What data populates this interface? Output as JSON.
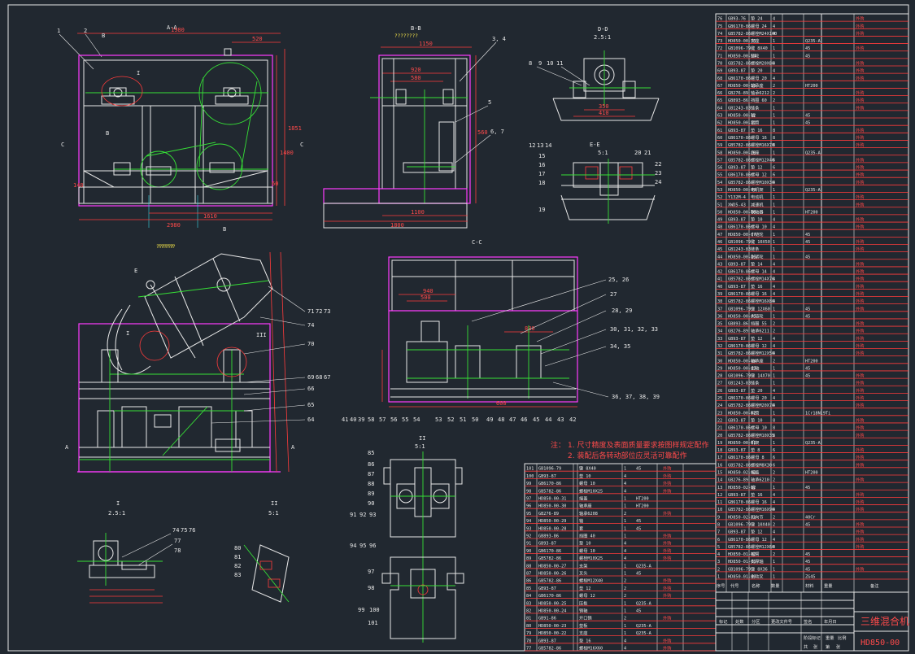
{
  "colors": {
    "background": "#212830",
    "outline": "#e8e8e8",
    "dimension": "#ff3b3b",
    "frame": "#ff3bff",
    "centerline": "#36e036"
  },
  "views": {
    "aa": {
      "label": "A-A",
      "dims": {
        "top": "1980",
        "right_top": "520",
        "width": "2980",
        "inner": "1610",
        "h1": "1400",
        "h2": "1851",
        "h3": "60",
        "left_h": "140"
      }
    },
    "bb": {
      "label": "B-B",
      "dims": {
        "top": "1150",
        "w2": "920",
        "w3": "580",
        "bottom1": "1100",
        "bottom2": "1800",
        "h": "560"
      }
    },
    "dd": {
      "label": "D-D",
      "scale": "2.5:1",
      "dims": {
        "d1": "350",
        "d2": "410"
      }
    },
    "ee": {
      "label": "E-E",
      "scale": "5:1"
    },
    "cc": {
      "label": "C-C",
      "dims": {
        "a": "940",
        "b": "500",
        "c": "880",
        "d": "600"
      }
    },
    "ii": {
      "label": "I",
      "scale": "2.5:1"
    },
    "iii": {
      "label": "II",
      "scale": "5:1"
    },
    "gg": {
      "label": "II",
      "scale": "5:1"
    }
  },
  "section_marks": {
    "b_top": "B",
    "b_bottom": "B",
    "c_left": "C",
    "c_right": "C",
    "a_left": "A",
    "a_right": "A",
    "e": "E"
  },
  "balloons": {
    "aa": [
      "1",
      "2",
      "I"
    ],
    "bb": [
      "3, 4",
      "5",
      "6, 7"
    ],
    "dd": [
      "8",
      "9",
      "10",
      "11"
    ],
    "ee_left": [
      "12",
      "13",
      "14",
      "15",
      "16",
      "17",
      "18",
      "19"
    ],
    "ee_right": [
      "20",
      "21",
      "22",
      "23",
      "24"
    ],
    "mid_left": [
      "71",
      "72",
      "73",
      "74",
      "70",
      "69",
      "68",
      "67",
      "66",
      "65",
      "64"
    ],
    "cc_right": [
      "25, 26",
      "27",
      "28, 29",
      "30, 31, 32, 33",
      "34, 35",
      "36, 37, 38, 39"
    ],
    "cc_bottom": [
      "41",
      "40",
      "39",
      "58",
      "57",
      "56",
      "55",
      "54",
      "53",
      "52",
      "51",
      "50",
      "49",
      "48",
      "47",
      "46",
      "45",
      "44",
      "43",
      "42"
    ],
    "gg": [
      "85",
      "86",
      "87",
      "88",
      "89",
      "90",
      "91",
      "92",
      "93",
      "94",
      "95",
      "96",
      "97",
      "98",
      "99",
      "100",
      "101"
    ],
    "det_i": [
      "74",
      "75",
      "76",
      "77",
      "78"
    ],
    "det_ii": [
      "80",
      "81",
      "82",
      "83"
    ]
  },
  "notes": {
    "prefix": "注：",
    "line1": "1. 尺寸精度及表面质量要求按图样规定配作",
    "line2": "2. 装配后各转动部位应灵活可靠配作"
  },
  "bom_right": {
    "rows": [
      [
        "76",
        "GB93-76",
        "垫 24",
        "4",
        "",
        "",
        "外购"
      ],
      [
        "75",
        "GB6170-86",
        "螺母 24",
        "4",
        "",
        "",
        "外购"
      ],
      [
        "74",
        "GB5782-86",
        "螺栓M24X100",
        "4",
        "",
        "",
        "外购"
      ],
      [
        "73",
        "HD850-00-15",
        "支座",
        "1",
        "Q235-A",
        "",
        ""
      ],
      [
        "72",
        "GB1096-79",
        "键 8X40",
        "1",
        "45",
        "",
        "外购"
      ],
      [
        "71",
        "HD850-00-14",
        "链轮",
        "1",
        "45",
        "",
        ""
      ],
      [
        "70",
        "GB5782-86",
        "螺栓M20X80",
        "4",
        "",
        "",
        "外购"
      ],
      [
        "69",
        "GB93-87",
        "垫 20",
        "4",
        "",
        "",
        "外购"
      ],
      [
        "68",
        "GB6170-86",
        "螺母 20",
        "4",
        "",
        "",
        "外购"
      ],
      [
        "67",
        "HD850-00-13",
        "轴承座",
        "2",
        "HT200",
        "",
        ""
      ],
      [
        "66",
        "GB276-89",
        "轴承6212",
        "2",
        "",
        "",
        "外购"
      ],
      [
        "65",
        "GB893-86",
        "挡圈 60",
        "2",
        "",
        "",
        "外购"
      ],
      [
        "64",
        "GB1243-83",
        "链条",
        "1",
        "",
        "",
        "外购"
      ],
      [
        "63",
        "HD850-00-12",
        "轴",
        "1",
        "45",
        "",
        ""
      ],
      [
        "62",
        "HD850-00-11",
        "套筒",
        "1",
        "45",
        "",
        ""
      ],
      [
        "61",
        "GB93-87",
        "垫 16",
        "8",
        "",
        "",
        "外购"
      ],
      [
        "60",
        "GB6170-86",
        "螺母 16",
        "8",
        "",
        "",
        "外购"
      ],
      [
        "59",
        "GB5782-86",
        "螺栓M16X70",
        "8",
        "",
        "",
        "外购"
      ],
      [
        "58",
        "HD850-00-10",
        "底座",
        "1",
        "Q235-A",
        "",
        ""
      ],
      [
        "57",
        "GB5782-86",
        "螺栓M12X40",
        "6",
        "",
        "",
        "外购"
      ],
      [
        "56",
        "GB93-87",
        "垫 12",
        "6",
        "",
        "",
        "外购"
      ],
      [
        "55",
        "GB6170-86",
        "螺母 12",
        "6",
        "",
        "",
        "外购"
      ],
      [
        "54",
        "GB5782-86",
        "螺栓M10X30",
        "4",
        "",
        "",
        "外购"
      ],
      [
        "53",
        "HD850-00-09",
        "电机架",
        "1",
        "Q235-A",
        "",
        ""
      ],
      [
        "52",
        "Y132M-4",
        "电动机",
        "1",
        "",
        "",
        "外购"
      ],
      [
        "51",
        "XWD5-43",
        "减速机",
        "1",
        "",
        "",
        "外购"
      ],
      [
        "50",
        "HD850-00-08",
        "联轴器",
        "1",
        "HT200",
        "",
        ""
      ],
      [
        "49",
        "GB93-87",
        "垫 10",
        "4",
        "",
        "",
        "外购"
      ],
      [
        "48",
        "GB6170-86",
        "螺母 10",
        "4",
        "",
        "",
        "外购"
      ],
      [
        "47",
        "HD850-00-07",
        "小链轮",
        "1",
        "45",
        "",
        ""
      ],
      [
        "46",
        "GB1096-79",
        "键 10X50",
        "1",
        "45",
        "",
        "外购"
      ],
      [
        "45",
        "GB1243-83",
        "链条",
        "1",
        "",
        "",
        "外购"
      ],
      [
        "44",
        "HD850-00-06",
        "张紧轮",
        "1",
        "45",
        "",
        ""
      ],
      [
        "43",
        "GB93-87",
        "垫 14",
        "4",
        "",
        "",
        "外购"
      ],
      [
        "42",
        "GB6170-86",
        "螺母 14",
        "4",
        "",
        "",
        "外购"
      ],
      [
        "41",
        "GB5782-86",
        "螺栓M14X70",
        "4",
        "",
        "",
        "外购"
      ],
      [
        "40",
        "GB93-87",
        "垫 16",
        "4",
        "",
        "",
        "外购"
      ],
      [
        "39",
        "GB6170-86",
        "螺母 16",
        "4",
        "",
        "",
        "外购"
      ],
      [
        "38",
        "GB5782-86",
        "螺栓M16X80",
        "4",
        "",
        "",
        "外购"
      ],
      [
        "37",
        "GB1096-79",
        "键 12X60",
        "1",
        "45",
        "",
        "外购"
      ],
      [
        "36",
        "HD850-00-05",
        "大链轮",
        "1",
        "45",
        "",
        ""
      ],
      [
        "35",
        "GB893-86",
        "挡圈 55",
        "2",
        "",
        "",
        "外购"
      ],
      [
        "34",
        "GB276-89",
        "轴承6211",
        "2",
        "",
        "",
        "外购"
      ],
      [
        "33",
        "GB93-87",
        "垫 12",
        "4",
        "",
        "",
        "外购"
      ],
      [
        "32",
        "GB6170-86",
        "螺母 12",
        "4",
        "",
        "",
        "外购"
      ],
      [
        "31",
        "GB5782-86",
        "螺栓M12X50",
        "4",
        "",
        "",
        "外购"
      ],
      [
        "30",
        "HD850-00-04",
        "轴承座",
        "2",
        "HT200",
        "",
        ""
      ],
      [
        "29",
        "HD850-00-03",
        "主轴",
        "1",
        "45",
        "",
        ""
      ],
      [
        "28",
        "GB1096-79",
        "键 14X70",
        "1",
        "45",
        "",
        "外购"
      ],
      [
        "27",
        "GB1243-83",
        "链条",
        "1",
        "",
        "",
        "外购"
      ],
      [
        "26",
        "GB93-87",
        "垫 20",
        "4",
        "",
        "",
        "外购"
      ],
      [
        "25",
        "GB6170-86",
        "螺母 20",
        "4",
        "",
        "",
        "外购"
      ],
      [
        "24",
        "GB5782-86",
        "螺栓M20X70",
        "4",
        "",
        "",
        "外购"
      ],
      [
        "23",
        "HD850-00-02",
        "料筒",
        "1",
        "1Cr18Ni9Ti",
        "",
        ""
      ],
      [
        "22",
        "GB93-87",
        "垫 10",
        "8",
        "",
        "",
        "外购"
      ],
      [
        "21",
        "GB6170-86",
        "螺母 10",
        "8",
        "",
        "",
        "外购"
      ],
      [
        "20",
        "GB5782-86",
        "螺栓M10X35",
        "8",
        "",
        "",
        "外购"
      ],
      [
        "19",
        "HD850-00-01",
        "机架",
        "1",
        "Q235-A",
        "",
        ""
      ],
      [
        "18",
        "GB93-87",
        "垫 8",
        "6",
        "",
        "",
        "外购"
      ],
      [
        "17",
        "GB6170-86",
        "螺母 8",
        "6",
        "",
        "",
        "外购"
      ],
      [
        "16",
        "GB5782-86",
        "螺栓M8X30",
        "6",
        "",
        "",
        "外购"
      ],
      [
        "15",
        "HD850-02-03",
        "端盖",
        "2",
        "HT200",
        "",
        ""
      ],
      [
        "14",
        "GB276-89",
        "轴承6210",
        "2",
        "",
        "",
        "外购"
      ],
      [
        "13",
        "HD850-02-02",
        "轴",
        "1",
        "45",
        "",
        ""
      ],
      [
        "12",
        "GB93-87",
        "垫 16",
        "4",
        "",
        "",
        "外购"
      ],
      [
        "11",
        "GB6170-86",
        "螺母 16",
        "4",
        "",
        "",
        "外购"
      ],
      [
        "10",
        "GB5782-86",
        "螺栓M16X90",
        "4",
        "",
        "",
        "外购"
      ],
      [
        "9",
        "HD850-02-01",
        "万向节",
        "2",
        "40Cr",
        "",
        ""
      ],
      [
        "8",
        "GB1096-79",
        "键 10X40",
        "2",
        "45",
        "",
        "外购"
      ],
      [
        "7",
        "GB93-87",
        "垫 12",
        "4",
        "",
        "",
        "外购"
      ],
      [
        "6",
        "GB6170-86",
        "螺母 12",
        "4",
        "",
        "",
        "外购"
      ],
      [
        "5",
        "GB5782-86",
        "螺栓M12X60",
        "4",
        "",
        "",
        "外购"
      ],
      [
        "4",
        "HD850-01-02",
        "摇臂",
        "2",
        "45",
        "",
        ""
      ],
      [
        "3",
        "HD850-01-01",
        "支撑轴",
        "1",
        "45",
        "",
        ""
      ],
      [
        "2",
        "GB1096-79",
        "键 8X36",
        "1",
        "45",
        "",
        "外购"
      ],
      [
        "1",
        "HD850-01-00",
        "主动叉",
        "1",
        "ZG45",
        "",
        ""
      ]
    ],
    "header": [
      "序号",
      "代号",
      "名称",
      "数量",
      "材料",
      "重量",
      "备注"
    ]
  },
  "bom_bottom": {
    "rows": [
      [
        "101",
        "GB1096-79",
        "键 8X40",
        "1",
        "45",
        "外购"
      ],
      [
        "100",
        "GB93-87",
        "垫 10",
        "4",
        "",
        "外购"
      ],
      [
        "99",
        "GB6170-86",
        "螺母 10",
        "4",
        "",
        "外购"
      ],
      [
        "98",
        "GB5782-86",
        "螺栓M10X25",
        "4",
        "",
        "外购"
      ],
      [
        "97",
        "HD850-00-31",
        "端盖",
        "1",
        "HT200",
        ""
      ],
      [
        "96",
        "HD850-00-30",
        "轴承座",
        "1",
        "HT200",
        ""
      ],
      [
        "95",
        "GB276-89",
        "轴承6208",
        "2",
        "",
        "外购"
      ],
      [
        "94",
        "HD850-00-29",
        "轴",
        "1",
        "45",
        ""
      ],
      [
        "93",
        "HD850-00-28",
        "套",
        "1",
        "45",
        ""
      ],
      [
        "92",
        "GB893-86",
        "挡圈 40",
        "1",
        "",
        "外购"
      ],
      [
        "91",
        "GB93-87",
        "垫 10",
        "4",
        "",
        "外购"
      ],
      [
        "90",
        "GB6170-86",
        "螺母 10",
        "4",
        "",
        "外购"
      ],
      [
        "89",
        "GB5782-86",
        "螺栓M10X25",
        "4",
        "",
        "外购"
      ],
      [
        "88",
        "HD850-00-27",
        "支架",
        "1",
        "Q235-A",
        ""
      ],
      [
        "87",
        "HD850-00-26",
        "叉头",
        "1",
        "45",
        ""
      ],
      [
        "86",
        "GB5782-86",
        "螺栓M12X40",
        "2",
        "",
        "外购"
      ],
      [
        "85",
        "GB93-87",
        "垫 12",
        "2",
        "",
        "外购"
      ],
      [
        "84",
        "GB6170-86",
        "螺母 12",
        "2",
        "",
        "外购"
      ],
      [
        "83",
        "HD850-00-25",
        "压板",
        "1",
        "Q235-A",
        ""
      ],
      [
        "82",
        "HD850-00-24",
        "销轴",
        "1",
        "45",
        ""
      ],
      [
        "81",
        "GB91-86",
        "开口销",
        "2",
        "",
        "外购"
      ],
      [
        "80",
        "HD850-00-23",
        "垫板",
        "1",
        "Q235-A",
        ""
      ],
      [
        "79",
        "HD850-00-22",
        "支座",
        "1",
        "Q235-A",
        ""
      ],
      [
        "78",
        "GB93-87",
        "垫 16",
        "4",
        "",
        "外购"
      ],
      [
        "77",
        "GB5782-86",
        "螺栓M16X60",
        "4",
        "",
        "外购"
      ]
    ]
  },
  "title_block": {
    "header": [
      "标记",
      "处数",
      "分区",
      "更改文件号",
      "签名",
      "年月日"
    ],
    "name": "三维混合机",
    "drawing_no": "HD850-00",
    "stage_labels": [
      "阶段标记",
      "重量",
      "比例"
    ],
    "sheet": [
      "共",
      "张",
      "第",
      "张"
    ]
  }
}
